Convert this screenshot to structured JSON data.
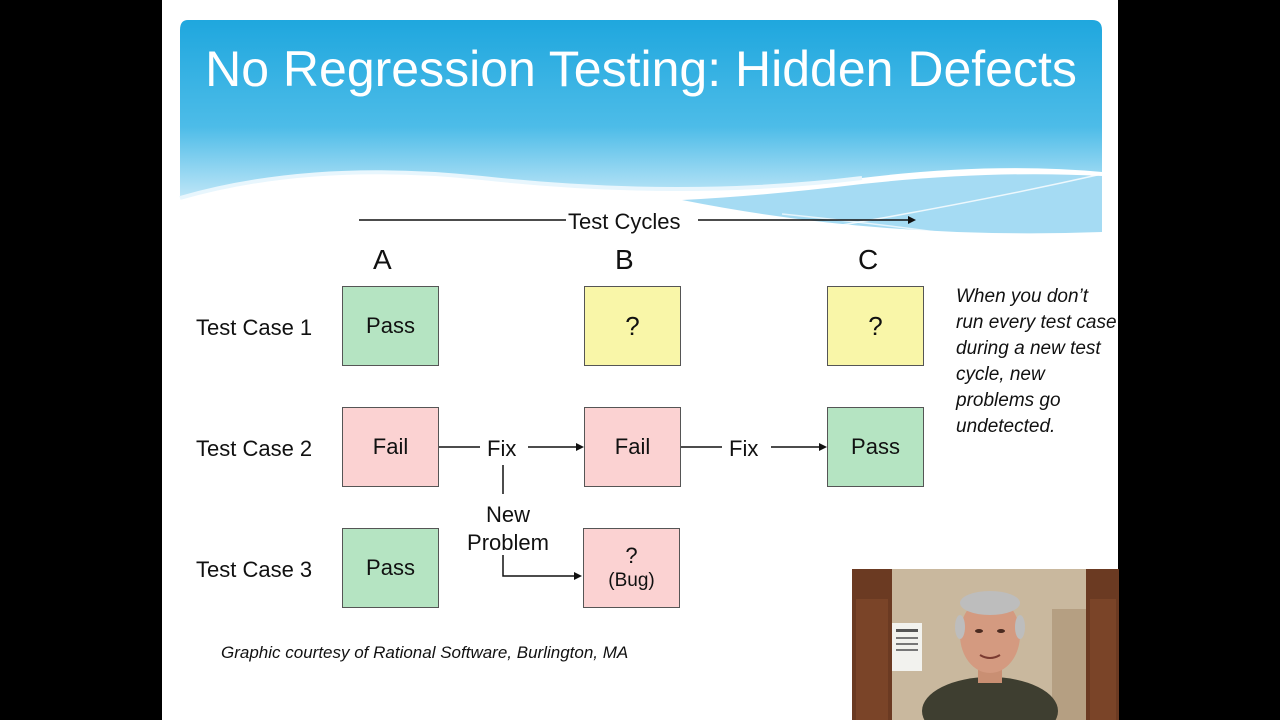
{
  "slide": {
    "title": "No Regression Testing: Hidden Defects",
    "cycles_label": "Test Cycles",
    "columns": [
      "A",
      "B",
      "C"
    ],
    "rows": [
      "Test Case 1",
      "Test Case 2",
      "Test Case 3"
    ],
    "cells": {
      "tc1_a": "Pass",
      "tc1_b": "?",
      "tc1_c": "?",
      "tc2_a": "Fail",
      "tc2_b": "Fail",
      "tc2_c": "Pass",
      "tc3_a": "Pass",
      "tc3_b_q": "?",
      "tc3_b_bug": "(Bug)"
    },
    "fix_label_1": "Fix",
    "fix_label_2": "Fix",
    "new_problem": "New\nProblem",
    "side_note": "When you don’t run every test case during a new test cycle, new problems go undetected.",
    "credit": "Graphic courtesy of Rational Software, Burlington, MA"
  },
  "colors": {
    "pass": "#b5e4c2",
    "unknown": "#f9f6a8",
    "fail": "#fbd2d2",
    "banner": "#2aaee0"
  }
}
